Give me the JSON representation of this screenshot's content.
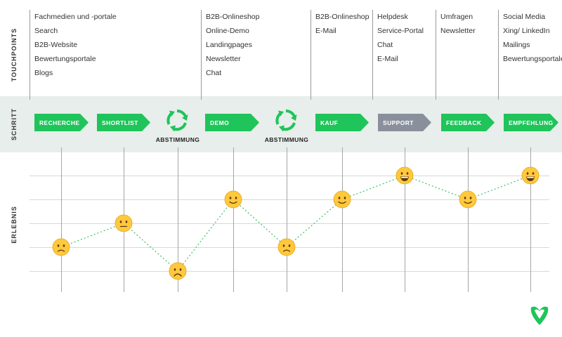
{
  "labels": {
    "touchpoints": "TOUCHPOINTS",
    "schritt": "SCHRITT",
    "erlebnis": "ERLEBNIS"
  },
  "colors": {
    "accent_green": "#1fc45a",
    "support_grey": "#8a8f9c",
    "band": "#e8eeeb",
    "emoji_yellow": "#ffc83d"
  },
  "touchpoints": [
    {
      "items": [
        "Fachmedien und -portale",
        "Search",
        "B2B-Website",
        "Bewertungsportale",
        "Blogs"
      ]
    },
    {
      "items": [
        "B2B-Onlineshop",
        "Online-Demo",
        "Landingpages",
        "Newsletter",
        "Chat"
      ]
    },
    {
      "items": [
        "B2B-Onlineshop",
        "E-Mail"
      ]
    },
    {
      "items": [
        "Helpdesk",
        "Service-Portal",
        "Chat",
        "E-Mail"
      ]
    },
    {
      "items": [
        "Umfragen",
        "Newsletter"
      ]
    },
    {
      "items": [
        "Social Media",
        "Xing/ LinkedIn",
        "Mailings",
        "Bewertungsportale"
      ]
    }
  ],
  "steps": [
    {
      "label": "RECHERCHE",
      "style": "green"
    },
    {
      "label": "SHORTLIST",
      "style": "green"
    },
    {
      "label": "ABSTIMMUNG",
      "style": "cycle"
    },
    {
      "label": "DEMO",
      "style": "green"
    },
    {
      "label": "ABSTIMMUNG",
      "style": "cycle"
    },
    {
      "label": "KAUF",
      "style": "green"
    },
    {
      "label": "SUPPORT",
      "style": "grey"
    },
    {
      "label": "FEEDBACK",
      "style": "green"
    },
    {
      "label": "EMPFEHLUNG",
      "style": "green"
    }
  ],
  "experience": [
    {
      "step": "RECHERCHE",
      "mood": "sad"
    },
    {
      "step": "SHORTLIST",
      "mood": "neutral"
    },
    {
      "step": "ABSTIMMUNG",
      "mood": "very_sad"
    },
    {
      "step": "DEMO",
      "mood": "happy"
    },
    {
      "step": "ABSTIMMUNG",
      "mood": "sad"
    },
    {
      "step": "KAUF",
      "mood": "happy"
    },
    {
      "step": "SUPPORT",
      "mood": "very_happy"
    },
    {
      "step": "FEEDBACK",
      "mood": "happy"
    },
    {
      "step": "EMPFEHLUNG",
      "mood": "very_happy"
    }
  ],
  "icons": {
    "cycle": "recycle-arrows-icon",
    "logo": "heart-logo-icon"
  }
}
